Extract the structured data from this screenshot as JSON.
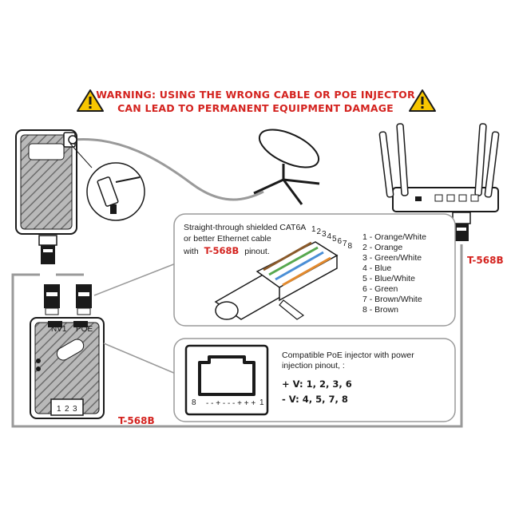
{
  "warning": {
    "line1": "WARNING: USING THE WRONG CABLE OR POE INJECTOR",
    "line2": "CAN LEAD TO PERMANENT EQUIPMENT DAMAGE",
    "color": "#d4231f"
  },
  "labels": {
    "router_standard": "T-568B",
    "device_standard": "T-568B"
  },
  "cable_box": {
    "text_line1": "Straight-through shielded CAT6A",
    "text_line2": "or better Ethernet cable",
    "text_line3_prefix": "with",
    "text_line3_standard": "T-568B",
    "text_line3_suffix": "pinout.",
    "pin_numbers": [
      "1",
      "2",
      "3",
      "4",
      "5",
      "6",
      "7",
      "8"
    ],
    "pinout": [
      "1 - Orange/White",
      "2 - Orange",
      "3 - Green/White",
      "4 - Blue",
      "5 - Blue/White",
      "6 - Green",
      "7 - Brown/White",
      "8 - Brown"
    ]
  },
  "poe_box": {
    "text_line1": "Compatible PoE injector with power",
    "text_line2": "injection pinout, :",
    "positive": "+ V: 1, 2, 3, 6",
    "negative": "- V: 4, 5, 7, 8",
    "jack_left_pin": "8",
    "jack_right_pin": "1",
    "jack_polarity": "- - + - - - + + +"
  },
  "device": {
    "port_left": "NV1",
    "port_right": "POE",
    "terminal_numbers": [
      "1",
      "2",
      "3"
    ]
  }
}
